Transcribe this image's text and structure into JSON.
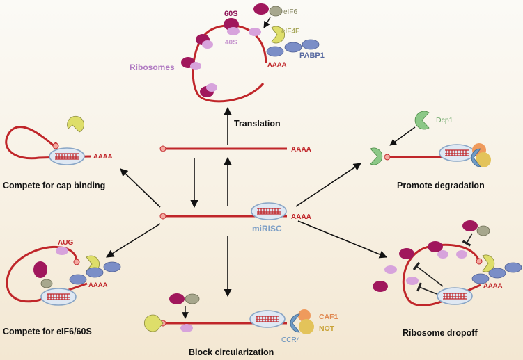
{
  "center": {
    "translation": "Translation",
    "mirisc": "miRISC",
    "polyA": "AAAA"
  },
  "top": {
    "label_60s": "60S",
    "label_40s": "40S",
    "label_eif6": "eIF6",
    "label_eif4f": "eIF4F",
    "label_pabp1": "PABP1",
    "label_ribosomes": "Ribosomes",
    "polyA": "AAAA"
  },
  "left_top": {
    "title": "Compete for cap binding",
    "polyA": "AAAA"
  },
  "left_bottom": {
    "title": "Compete for eIF6/60S",
    "aug": "AUG",
    "polyA": "AAAA"
  },
  "bottom": {
    "title": "Block circularization",
    "caf1": "CAF1",
    "not": "NOT",
    "ccr4": "CCR4"
  },
  "right_top": {
    "title": "Promote degradation",
    "dcp1": "Dcp1"
  },
  "right_bottom": {
    "title": "Ribosome dropoff",
    "polyA": "AAAA"
  },
  "colors": {
    "mrna": "#c0262a",
    "large_subunit": "#a0175c",
    "small_subunit": "#d7a3dc",
    "eif6": "#a7a78d",
    "eif4f": "#dede6a",
    "pabp": "#7b8ec7",
    "dcp": "#8cc887",
    "ccr4": "#6e9ac6",
    "caf1": "#ef9a5c",
    "not": "#e3c35a",
    "mirisc": "#c7d9ea"
  }
}
